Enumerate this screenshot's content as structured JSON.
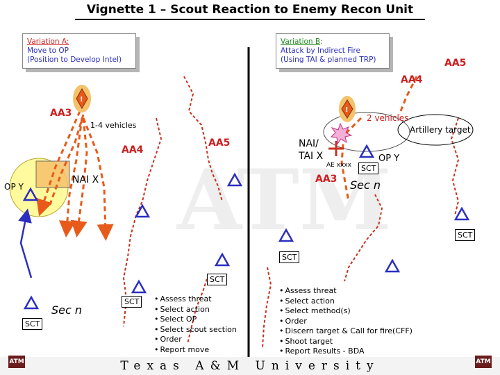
{
  "title": "Vignette 1 – Scout Reaction to Enemy Recon Unit",
  "variation_a": {
    "heading": "Variation A:",
    "line1": "Move to OP",
    "line2": "(Position to Develop Intel)"
  },
  "variation_b": {
    "heading_prefix": "Variation B",
    "heading_suffix": ":",
    "line1": "Attack by Indirect Fire",
    "line2": "(Using TAI & planned TRP)"
  },
  "left": {
    "aa3": "AA3",
    "vehicles": "1-4 vehicles",
    "aa4": "AA4",
    "aa5": "AA5",
    "nai": "NAI X",
    "op": "OP Y",
    "sect": "Sec n",
    "sct_bottom": "SCT",
    "sct_mid": "SCT",
    "sct_right": "SCT",
    "actions": [
      "Assess threat",
      "Select action",
      "Select OP",
      "Select scout section",
      "Order",
      "Report move"
    ]
  },
  "right": {
    "aa5": "AA5",
    "aa4": "AA4",
    "vehicles": "2 vehicles",
    "artillery": "Artillery target",
    "nai_line1": "NAI/",
    "nai_line2": "TAI X",
    "ae": "AE xxxx",
    "sct_op": "SCT",
    "op": "OP Y",
    "aa3": "AA3",
    "sect": "Sec n",
    "sct_right": "SCT",
    "sct_left": "SCT",
    "actions": [
      "Assess threat",
      "Select action",
      "Select method(s)",
      "Order",
      "Discern target & Call for fire(CFF)",
      "Shoot target",
      "Report Results - BDA"
    ]
  },
  "footer": {
    "text": "Texas A&M University",
    "logo": "ATM"
  },
  "colors": {
    "route": "#e85a1a",
    "terrain": "#c8321e",
    "unit": "#2b2fc0",
    "aa": "#cc1f1f",
    "var_b_heading": "#1a8a1a",
    "zone": "#fffa9e"
  }
}
